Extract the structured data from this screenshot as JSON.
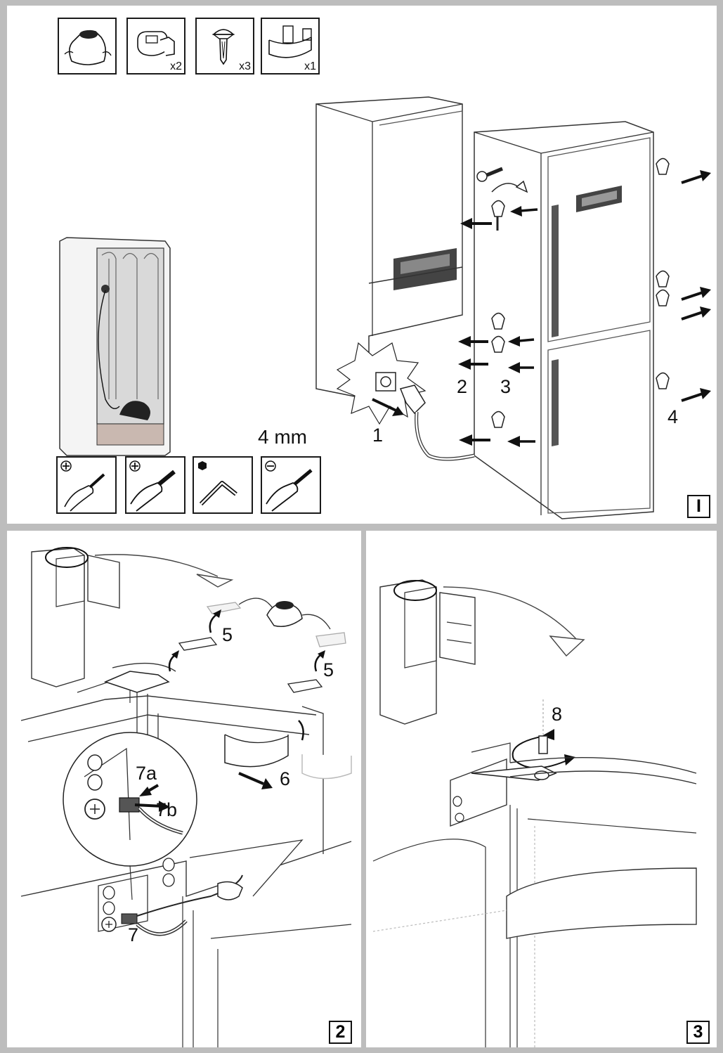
{
  "parts": [
    {
      "icon": "plug-bag-icon",
      "qty": ""
    },
    {
      "icon": "hinge-cover-clip-icon",
      "qty": "x2"
    },
    {
      "icon": "plastic-rivet-icon",
      "qty": "x3"
    },
    {
      "icon": "door-stop-bracket-icon",
      "qty": "x1"
    }
  ],
  "tools": {
    "size_label": "4 mm",
    "items": [
      {
        "icon": "phillips-screwdriver-small-icon"
      },
      {
        "icon": "phillips-screwdriver-large-icon"
      },
      {
        "icon": "hex-allen-key-icon"
      },
      {
        "icon": "flat-screwdriver-icon"
      }
    ]
  },
  "panel1": {
    "number": "I",
    "steps": {
      "s1": "1",
      "s2": "2",
      "s3": "3",
      "s4": "4"
    }
  },
  "panel2": {
    "number": "2",
    "steps": {
      "s5a": "5",
      "s5b": "5",
      "s6": "6",
      "s7": "7",
      "s7a": "7a",
      "s7b": "7b"
    }
  },
  "panel3": {
    "number": "3",
    "steps": {
      "s8": "8"
    }
  }
}
